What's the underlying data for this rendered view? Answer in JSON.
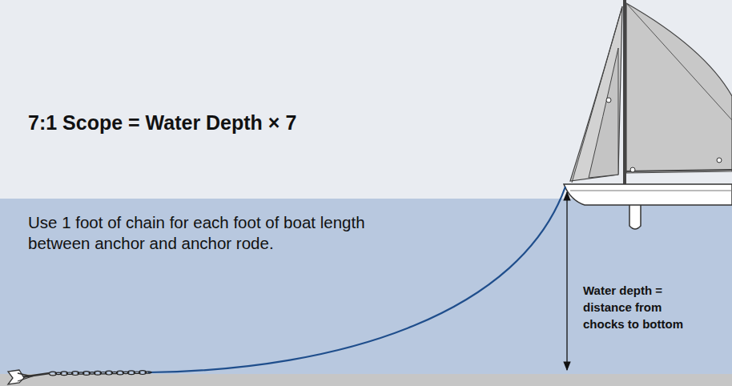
{
  "diagram": {
    "title": "7:1 Scope = Water Depth × 7",
    "labels": [
      "Use 1 foot of chain for each foot of boat length between anchor and anchor rode.",
      "Water depth = distance from chocks to bottom"
    ]
  }
}
